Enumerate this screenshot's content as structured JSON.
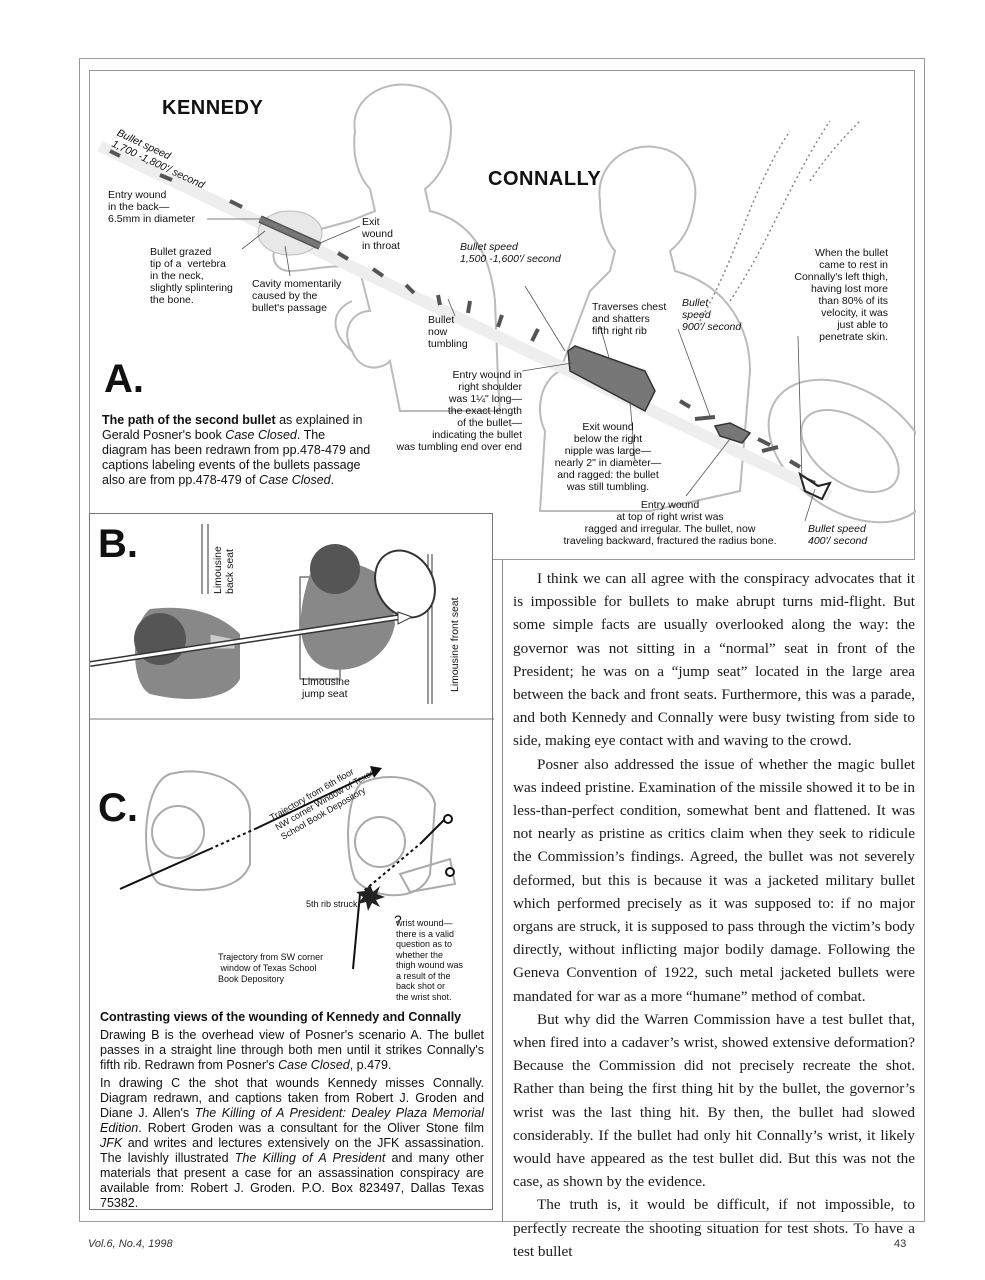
{
  "figure_a": {
    "name_kennedy": "KENNEDY",
    "name_connally": "CONNALLY",
    "letter": "A.",
    "speed_1": "Bullet speed\n1,700 -1,800'/ second",
    "entry_back": "Entry wound\nin the back—\n6.5mm in diameter",
    "grazed": "Bullet grazed\ntip of a  vertebra\nin the neck,\nslightly splintering\nthe bone.",
    "cavity": "Cavity momentarily\ncaused by the\nbullet's passage",
    "exit_throat": "Exit\nwound\nin throat",
    "tumbling": "Bullet\nnow\ntumbling",
    "speed_2": "Bullet speed\n1,500 -1,600'/ second",
    "traverses": "Traverses chest\nand shatters\nfifth right rib",
    "speed_3": "Bullet\nspeed\n900'/ second",
    "rest": "When the bullet\ncame to rest in\nConnally's left thigh,\nhaving lost more\nthan 80% of its\nvelocity, it was\njust able to\npenetrate skin.",
    "entry_shoulder": "Entry wound in\nright shoulder\nwas 1¼\" long—\nthe exact length\nof the bullet—\nindicating the bullet\nwas tumbling end over end",
    "exit_nipple": "Exit wound\nbelow the right\nnipple was large—\nnearly 2\" in diameter—\nand ragged: the bullet\nwas still tumbling.",
    "entry_wrist": "Entry wound\nat top of right wrist was\nragged and irregular. The bullet, now\ntraveling backward, fractured the radius bone.",
    "speed_4": "Bullet speed\n400'/ second",
    "caption_bold": "The path of the second bullet",
    "caption_1": " as explained in Gerald Posner's book ",
    "caption_book": "Case Closed",
    "caption_2": ". The diagram has been redrawn from pp.478-479 and captions labeling events of the bullets passage also are from pp.478-479 of ",
    "caption_book2": "Case Closed",
    "caption_3": "."
  },
  "figure_b": {
    "letter": "B.",
    "back_seat": "Limousine\nback seat",
    "jump_seat": "Limousine\njump seat",
    "front_seat": "Limousine front seat"
  },
  "figure_c": {
    "letter": "C.",
    "traj_6th": "Trajectory from 6th floor\nNW corner Window of Texas\nSchool Book Depository",
    "rib": "5th rib struck",
    "traj_sw": "Trajectory from SW corner\n window of Texas School\nBook Depository",
    "q_mark": "?",
    "wrist_q": "wrist wound—\nthere is a valid\nquestion as to\nwhether the\nthigh wound was\na result of the\nback shot or\nthe wrist shot."
  },
  "caption_bc": {
    "title": "Contrasting views of the wounding of Kennedy and Connally",
    "p1a": "Drawing B is the overhead view of Posner's scenario A. The bullet passes in a straight line through both men until it strikes Connally's fifth rib. Redrawn from Posner's ",
    "p1_book": "Case Closed",
    "p1b": ", p.479.",
    "p2a": "In drawing C the shot that wounds Kennedy misses Connally. Diagram redrawn, and captions taken from Robert J. Groden and Diane J. Allen's ",
    "p2_book": "The Killing of A President: Dealey Plaza Memorial Edition",
    "p2b": ". Robert Groden was a consultant for the Oliver Stone film ",
    "p2_film": "JFK",
    "p2c": " and writes and lectures extensively on the JFK assassination. The lavishly illustrated ",
    "p2_book2": "The Killing of A President",
    "p2d": " and many other materials that present a case for an assassination conspiracy are available from: Robert J. Groden. P.O. Box 823497, Dallas Texas 75382."
  },
  "article": {
    "paragraphs": [
      "I think we can all agree with the conspiracy advocates that it is impossible for bullets to make abrupt turns mid-flight. But some simple facts are usually overlooked along the way: the governor was not sitting in a “normal” seat in front of the President; he was on a “jump seat” located in the large area between the back and front seats. Furthermore, this was a parade, and both Kennedy and Connally were busy twisting from side to side, making eye contact with and waving to the crowd.",
      "Posner also addressed the issue of whether the magic bullet was indeed pristine. Examination of the missile showed it to be in less-than-perfect condition, somewhat bent and flattened. It was not nearly as pristine as critics claim when they seek to ridicule the Commission’s findings. Agreed, the bullet was not severely deformed, but this is because it was a jacketed military bullet which performed precisely as it was supposed to: if no major organs are struck, it is supposed to pass through the victim’s body directly, without inflicting major bodily damage. Following the Geneva Convention of 1922, such metal jacketed bullets were mandated for war as a more “humane” method of combat.",
      "But why did the Warren Commission have a test bullet that, when fired into a cadaver’s wrist, showed extensive deformation? Because the Commission did not precisely recreate the shot. Rather than being the first thing hit by the bullet, the governor’s wrist was the last thing hit. By then, the bullet had slowed considerably. If the bullet had only hit Connally’s wrist, it likely would have appeared as the test bullet did. But this was not the case, as shown by the evidence.",
      "The truth is, it would be difficult, if not impossible, to perfectly recreate the shooting situation for test shots. To have a test bullet"
    ]
  },
  "footer": {
    "issue": "Vol.6,  No.4, 1998",
    "page": "43"
  }
}
